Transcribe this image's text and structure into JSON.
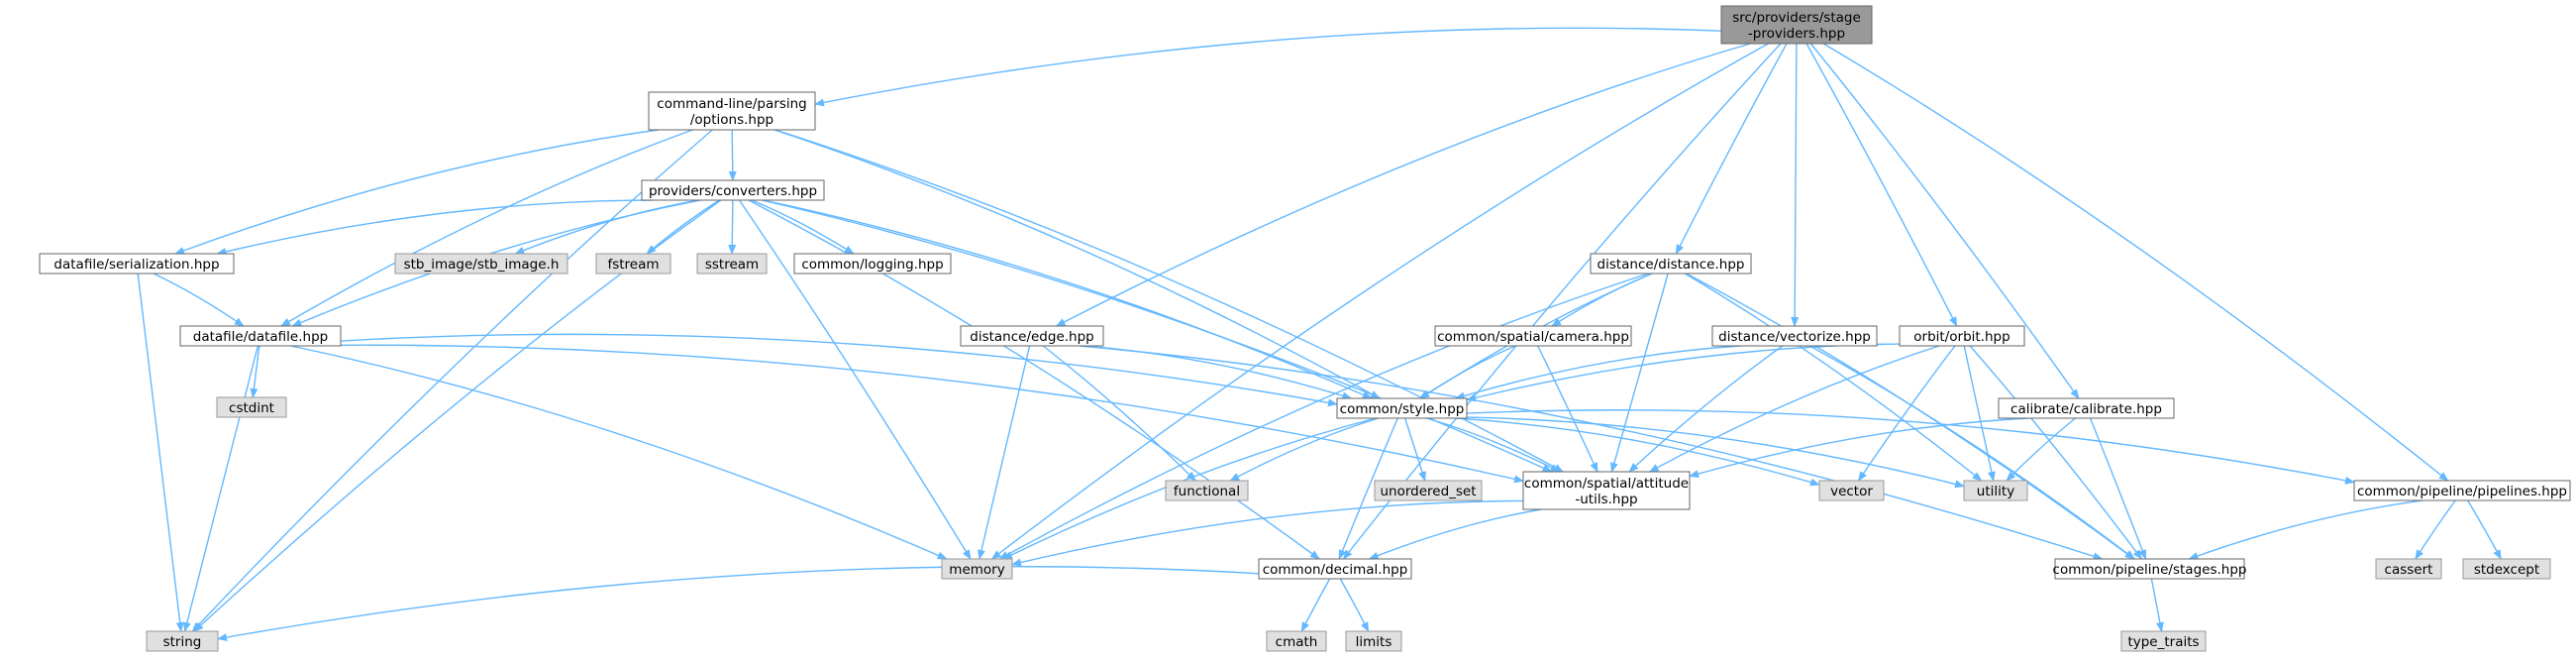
{
  "colors": {
    "edge": "#63b8ff",
    "node_fill": "#ffffff",
    "node_border": "#666666",
    "root_fill": "#999999",
    "root_border": "#666666",
    "external_fill": "#e0e0e0",
    "external_border": "#999999"
  },
  "nodes": [
    {
      "id": "root",
      "lines": [
        "src/providers/stage",
        "-providers.hpp"
      ],
      "kind": "root"
    },
    {
      "id": "options",
      "lines": [
        "command-line/parsing",
        "/options.hpp"
      ],
      "kind": "file"
    },
    {
      "id": "converters",
      "lines": [
        "providers/converters.hpp"
      ],
      "kind": "file"
    },
    {
      "id": "serialization",
      "lines": [
        "datafile/serialization.hpp"
      ],
      "kind": "file"
    },
    {
      "id": "datafile",
      "lines": [
        "datafile/datafile.hpp"
      ],
      "kind": "file"
    },
    {
      "id": "stb",
      "lines": [
        "stb_image/stb_image.h"
      ],
      "kind": "external"
    },
    {
      "id": "fstream",
      "lines": [
        "fstream"
      ],
      "kind": "external"
    },
    {
      "id": "sstream",
      "lines": [
        "sstream"
      ],
      "kind": "external"
    },
    {
      "id": "logging",
      "lines": [
        "common/logging.hpp"
      ],
      "kind": "file"
    },
    {
      "id": "cstdint",
      "lines": [
        "cstdint"
      ],
      "kind": "external"
    },
    {
      "id": "string",
      "lines": [
        "string"
      ],
      "kind": "external"
    },
    {
      "id": "edge",
      "lines": [
        "distance/edge.hpp"
      ],
      "kind": "file"
    },
    {
      "id": "distance",
      "lines": [
        "distance/distance.hpp"
      ],
      "kind": "file"
    },
    {
      "id": "camera",
      "lines": [
        "common/spatial/camera.hpp"
      ],
      "kind": "file"
    },
    {
      "id": "vectorize",
      "lines": [
        "distance/vectorize.hpp"
      ],
      "kind": "file"
    },
    {
      "id": "orbit",
      "lines": [
        "orbit/orbit.hpp"
      ],
      "kind": "file"
    },
    {
      "id": "calibrate",
      "lines": [
        "calibrate/calibrate.hpp"
      ],
      "kind": "file"
    },
    {
      "id": "style",
      "lines": [
        "common/style.hpp"
      ],
      "kind": "file"
    },
    {
      "id": "functional",
      "lines": [
        "functional"
      ],
      "kind": "external"
    },
    {
      "id": "unordered_set",
      "lines": [
        "unordered_set"
      ],
      "kind": "external"
    },
    {
      "id": "attitude",
      "lines": [
        "common/spatial/attitude",
        "-utils.hpp"
      ],
      "kind": "file"
    },
    {
      "id": "vector",
      "lines": [
        "vector"
      ],
      "kind": "external"
    },
    {
      "id": "utility",
      "lines": [
        "utility"
      ],
      "kind": "external"
    },
    {
      "id": "pipelines",
      "lines": [
        "common/pipeline/pipelines.hpp"
      ],
      "kind": "file"
    },
    {
      "id": "memory",
      "lines": [
        "memory"
      ],
      "kind": "external"
    },
    {
      "id": "decimal",
      "lines": [
        "common/decimal.hpp"
      ],
      "kind": "file"
    },
    {
      "id": "stages",
      "lines": [
        "common/pipeline/stages.hpp"
      ],
      "kind": "file"
    },
    {
      "id": "cassert",
      "lines": [
        "cassert"
      ],
      "kind": "external"
    },
    {
      "id": "stdexcept",
      "lines": [
        "stdexcept"
      ],
      "kind": "external"
    },
    {
      "id": "cmath",
      "lines": [
        "cmath"
      ],
      "kind": "external"
    },
    {
      "id": "limits",
      "lines": [
        "limits"
      ],
      "kind": "external"
    },
    {
      "id": "type_traits",
      "lines": [
        "type_traits"
      ],
      "kind": "external"
    }
  ],
  "edges": [
    [
      "root",
      "options"
    ],
    [
      "root",
      "memory"
    ],
    [
      "root",
      "edge"
    ],
    [
      "root",
      "distance"
    ],
    [
      "root",
      "vectorize"
    ],
    [
      "root",
      "orbit"
    ],
    [
      "root",
      "calibrate"
    ],
    [
      "root",
      "decimal"
    ],
    [
      "root",
      "pipelines"
    ],
    [
      "options",
      "converters"
    ],
    [
      "options",
      "serialization"
    ],
    [
      "options",
      "datafile"
    ],
    [
      "options",
      "string"
    ],
    [
      "options",
      "style"
    ],
    [
      "options",
      "attitude"
    ],
    [
      "converters",
      "serialization"
    ],
    [
      "converters",
      "datafile"
    ],
    [
      "converters",
      "stb"
    ],
    [
      "converters",
      "fstream"
    ],
    [
      "converters",
      "sstream"
    ],
    [
      "converters",
      "logging"
    ],
    [
      "converters",
      "string"
    ],
    [
      "converters",
      "memory"
    ],
    [
      "converters",
      "style"
    ],
    [
      "converters",
      "attitude"
    ],
    [
      "converters",
      "decimal"
    ],
    [
      "serialization",
      "datafile"
    ],
    [
      "serialization",
      "string"
    ],
    [
      "datafile",
      "cstdint"
    ],
    [
      "datafile",
      "string"
    ],
    [
      "datafile",
      "style"
    ],
    [
      "datafile",
      "memory"
    ],
    [
      "datafile",
      "attitude"
    ],
    [
      "edge",
      "style"
    ],
    [
      "edge",
      "functional"
    ],
    [
      "edge",
      "memory"
    ],
    [
      "edge",
      "stages"
    ],
    [
      "distance",
      "camera"
    ],
    [
      "distance",
      "style"
    ],
    [
      "distance",
      "memory"
    ],
    [
      "distance",
      "attitude"
    ],
    [
      "distance",
      "utility"
    ],
    [
      "distance",
      "stages"
    ],
    [
      "camera",
      "style"
    ],
    [
      "camera",
      "attitude"
    ],
    [
      "vectorize",
      "style"
    ],
    [
      "vectorize",
      "attitude"
    ],
    [
      "vectorize",
      "stages"
    ],
    [
      "orbit",
      "style"
    ],
    [
      "orbit",
      "attitude"
    ],
    [
      "orbit",
      "vector"
    ],
    [
      "orbit",
      "utility"
    ],
    [
      "orbit",
      "stages"
    ],
    [
      "calibrate",
      "attitude"
    ],
    [
      "calibrate",
      "utility"
    ],
    [
      "calibrate",
      "stages"
    ],
    [
      "style",
      "functional"
    ],
    [
      "style",
      "unordered_set"
    ],
    [
      "style",
      "attitude"
    ],
    [
      "style",
      "vector"
    ],
    [
      "style",
      "utility"
    ],
    [
      "style",
      "memory"
    ],
    [
      "style",
      "decimal"
    ],
    [
      "style",
      "pipelines"
    ],
    [
      "attitude",
      "memory"
    ],
    [
      "attitude",
      "decimal"
    ],
    [
      "decimal",
      "string"
    ],
    [
      "decimal",
      "cmath"
    ],
    [
      "decimal",
      "limits"
    ],
    [
      "pipelines",
      "stages"
    ],
    [
      "pipelines",
      "cassert"
    ],
    [
      "pipelines",
      "stdexcept"
    ],
    [
      "stages",
      "type_traits"
    ]
  ]
}
